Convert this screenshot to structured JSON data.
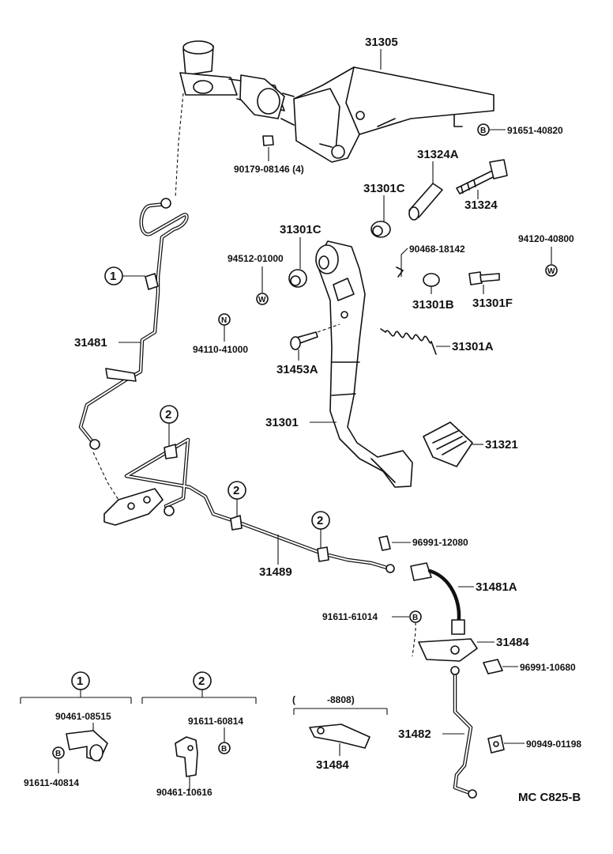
{
  "parts": {
    "p31305": "31305",
    "p91651_40820": "91651-40820",
    "p90179_08146": "90179-08146 (4)",
    "p31324A": "31324A",
    "p31301C_a": "31301C",
    "p31324": "31324",
    "p31301C_b": "31301C",
    "p94120_40800": "94120-40800",
    "p94512_01000": "94512-01000",
    "p90468_18142": "90468-18142",
    "p31301B": "31301B",
    "p31301F": "31301F",
    "p31481": "31481",
    "p94110_41000": "94110-41000",
    "p31301A": "31301A",
    "p31453A": "31453A",
    "p31301": "31301",
    "p31321": "31321",
    "p96991_12080": "96991-12080",
    "p31489": "31489",
    "p31481A": "31481A",
    "p91611_61014": "91611-61014",
    "p31484_a": "31484",
    "p96991_10680": "96991-10680",
    "p90461_08515": "90461-08515",
    "p91611_60814": "91611-60814",
    "p8808": "-8808)",
    "p8808_open": "(",
    "p31482": "31482",
    "p90949_01198": "90949-01198",
    "p31484_b": "31484",
    "p91611_40814": "91611-40814",
    "p90461_10616": "90461-10616"
  },
  "callouts": {
    "one": "1",
    "two": "2"
  },
  "symbols": {
    "B": "B",
    "W": "W",
    "N": "N"
  },
  "code": "MC C825-B"
}
